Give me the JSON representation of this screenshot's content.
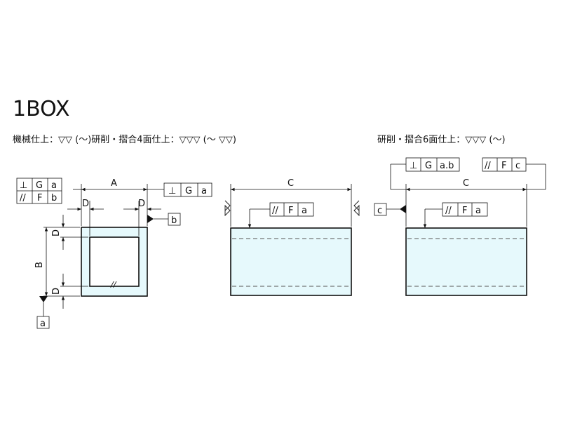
{
  "title": "1BOX",
  "notes": {
    "left": "機械仕上：▽▽ (〜)研削・摺合4面仕上：▽▽▽ (〜 ▽▽)",
    "right": "研削・摺合6面仕上：▽▽▽ (〜)"
  },
  "dimensions": {
    "A": "A",
    "B": "B",
    "C": "C",
    "D": "D"
  },
  "datums": {
    "a": "a",
    "b": "b",
    "c": "c"
  },
  "tolerance_frames": {
    "stacked": [
      {
        "symbol": "⊥",
        "tol": "G",
        "datum": "a"
      },
      {
        "symbol": "//",
        "tol": "F",
        "datum": "b"
      }
    ],
    "top_left": {
      "symbol": "⊥",
      "tol": "G",
      "datum": "a"
    },
    "middle": {
      "symbol": "//",
      "tol": "F",
      "datum": "a"
    },
    "right_perp": {
      "symbol": "⊥",
      "tol": "G",
      "datum": "a.b"
    },
    "right_par": {
      "symbol": "//",
      "tol": "F",
      "datum": "c"
    },
    "right_main": {
      "symbol": "//",
      "tol": "F",
      "datum": "a"
    }
  },
  "hatch_mark": "//",
  "colors": {
    "fill": "#e6f9fc",
    "line": "#111111"
  }
}
